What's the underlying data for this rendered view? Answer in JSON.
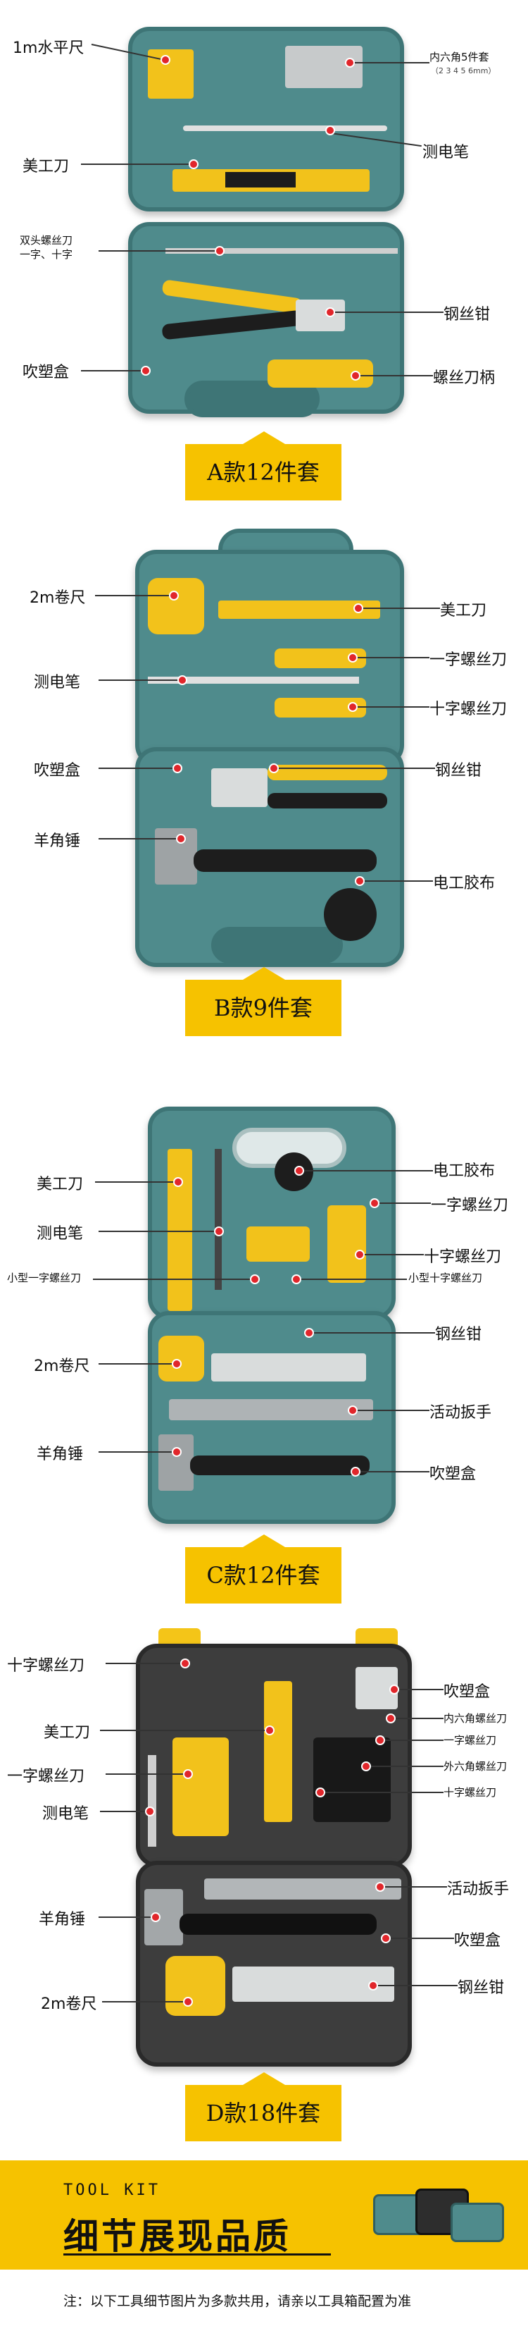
{
  "kit_a": {
    "banner": "A款12件套",
    "labels": {
      "level": "1m水平尺",
      "hex": "内六角5件套",
      "hex_sub": "（2 3 4 5 6mm）",
      "knife": "美工刀",
      "tester": "测电笔",
      "double_driver": "双头螺丝刀",
      "double_driver_sub": "一字、十字",
      "pliers": "钢丝钳",
      "box": "吹塑盒",
      "handle": "螺丝刀柄"
    }
  },
  "kit_b": {
    "banner": "B款9件套",
    "labels": {
      "tape": "2m卷尺",
      "knife": "美工刀",
      "flat_driver": "一字螺丝刀",
      "tester": "测电笔",
      "cross_driver": "十字螺丝刀",
      "box": "吹塑盒",
      "pliers": "钢丝钳",
      "hammer": "羊角锤",
      "tape_electric": "电工胶布"
    }
  },
  "kit_c": {
    "banner": "C款12件套",
    "labels": {
      "knife": "美工刀",
      "tape_electric": "电工胶布",
      "flat_driver": "一字螺丝刀",
      "tester": "测电笔",
      "cross_driver": "十字螺丝刀",
      "small_flat": "小型一字螺丝刀",
      "small_cross": "小型十字螺丝刀",
      "tape": "2m卷尺",
      "pliers": "钢丝钳",
      "wrench": "活动扳手",
      "hammer": "羊角锤",
      "box": "吹塑盒"
    }
  },
  "kit_d": {
    "banner": "D款18件套",
    "labels": {
      "cross_driver": "十字螺丝刀",
      "box": "吹塑盒",
      "hex": "内六角螺丝刀",
      "knife": "美工刀",
      "flat_small": "一字螺丝刀",
      "flat_driver": "一字螺丝刀",
      "hex_outer": "外六角螺丝刀",
      "tester": "测电笔",
      "cross_small": "十字螺丝刀",
      "wrench": "活动扳手",
      "hammer": "羊角锤",
      "box2": "吹塑盒",
      "tape": "2m卷尺",
      "pliers": "钢丝钳"
    }
  },
  "footer": {
    "tool_kit": "TOOL KIT",
    "title": "细节展现品质",
    "note": "注：以下工具细节图片为多款共用，请亲以工具箱配置为准"
  },
  "colors": {
    "accent": "#f6c200",
    "case_teal": "#4f8b8c",
    "case_dark": "#3d3d3d",
    "marker": "#e1262b"
  }
}
